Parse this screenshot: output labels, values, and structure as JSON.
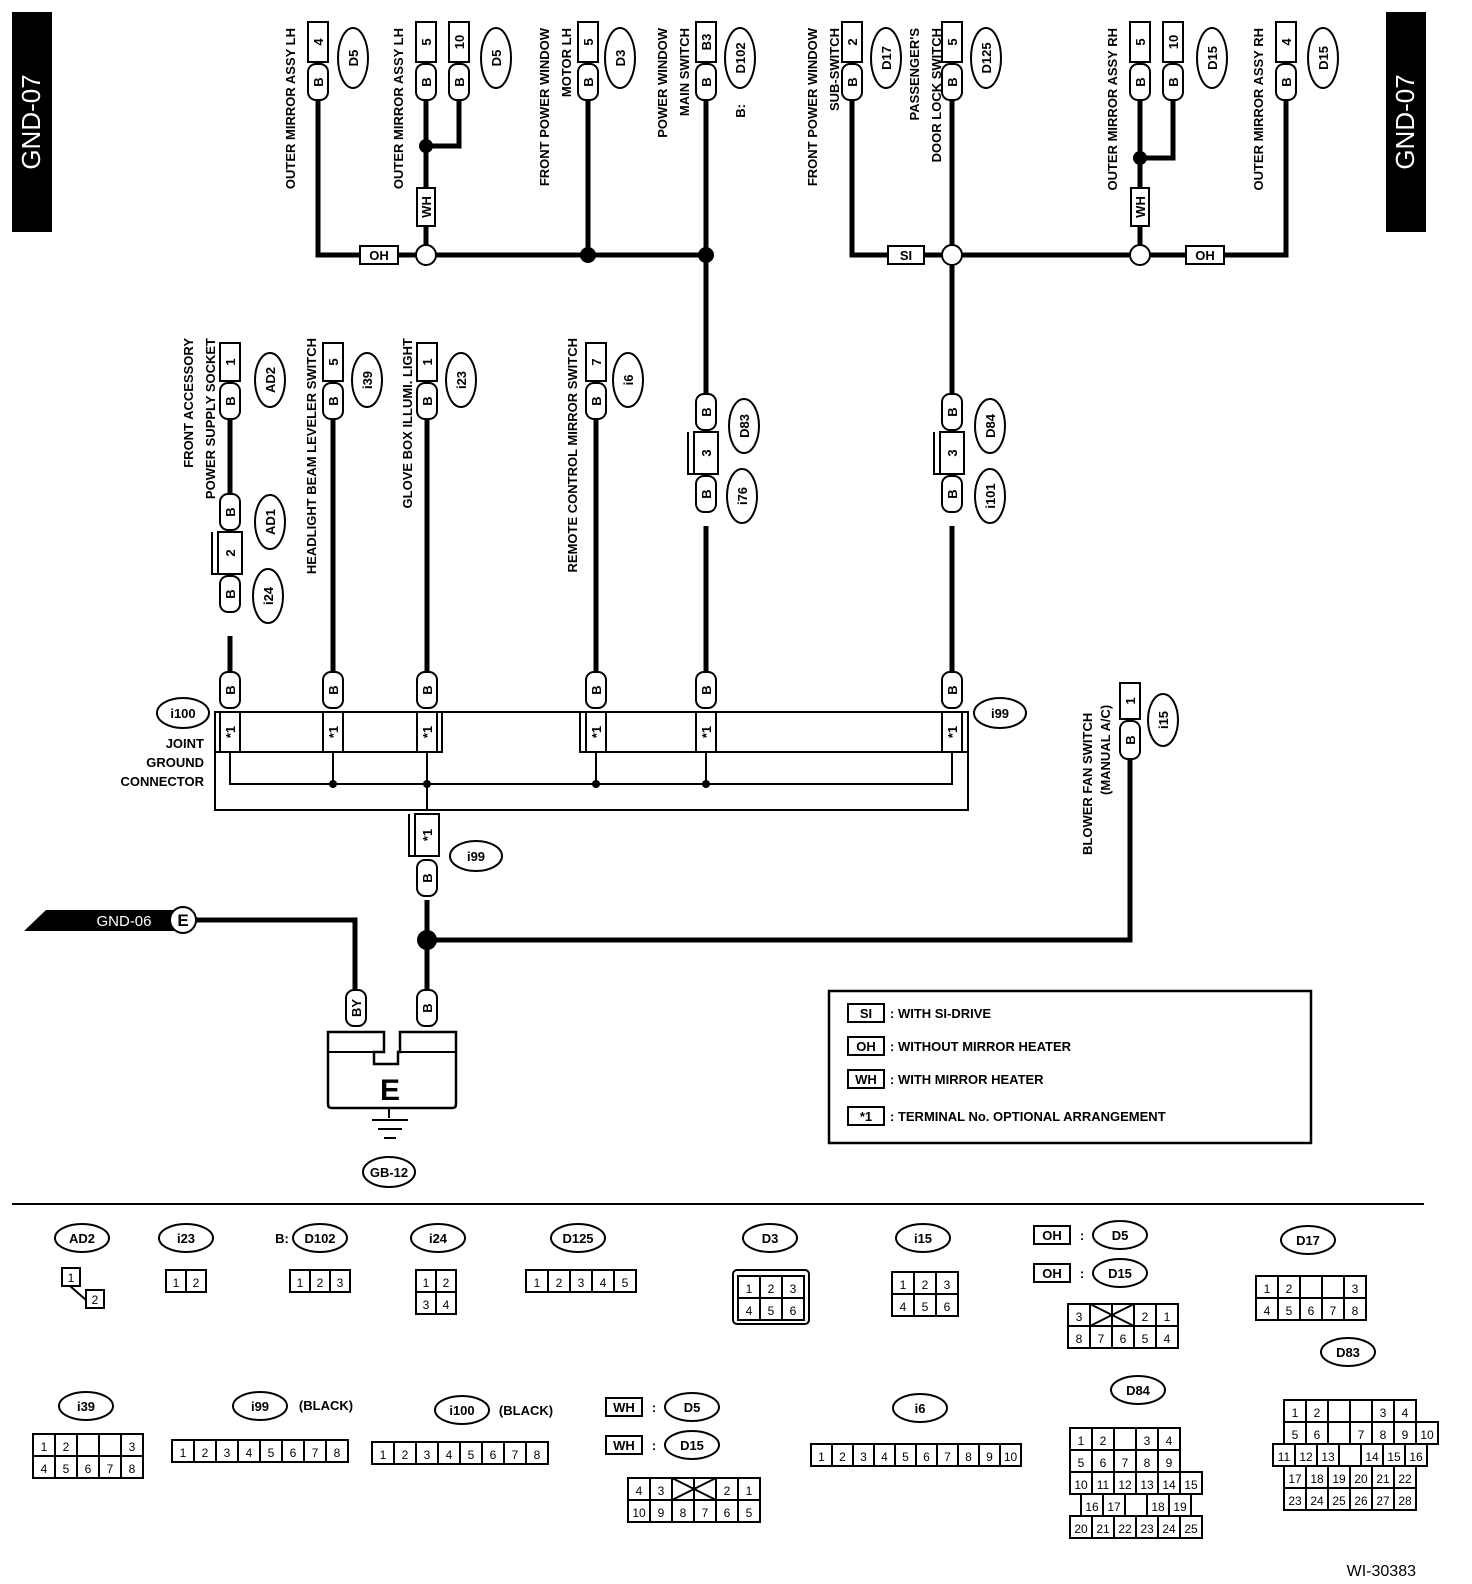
{
  "page_tag": "GND-07",
  "ref_code": "WI-30383",
  "upper_components": [
    {
      "id": "c-omlh1",
      "label": [
        "OUTER MIRROR ASSY LH"
      ],
      "pins": [
        "4"
      ],
      "colors": [
        "B"
      ],
      "conn": "D5"
    },
    {
      "id": "c-omlh2",
      "label": [
        "OUTER MIRROR ASSY LH"
      ],
      "pins": [
        "5",
        "10"
      ],
      "colors": [
        "B",
        "B"
      ],
      "conn": "D5"
    },
    {
      "id": "c-fpwm",
      "label": [
        "FRONT POWER WINDOW",
        "MOTOR LH"
      ],
      "pins": [
        "5"
      ],
      "colors": [
        "B"
      ],
      "conn": "D3"
    },
    {
      "id": "c-pwms",
      "label": [
        "POWER WINDOW",
        "MAIN SWITCH"
      ],
      "pins": [
        "B3"
      ],
      "colors": [
        "B"
      ],
      "conn": "D102",
      "conn_prefix": "B:"
    },
    {
      "id": "c-fpws",
      "label": [
        "FRONT POWER WINDOW",
        "SUB-SWITCH"
      ],
      "pins": [
        "2"
      ],
      "colors": [
        "B"
      ],
      "conn": "D17"
    },
    {
      "id": "c-pdls",
      "label": [
        "PASSENGER'S",
        "DOOR LOCK SWITCH"
      ],
      "pins": [
        "5"
      ],
      "colors": [
        "B"
      ],
      "conn": "D125"
    },
    {
      "id": "c-omrh2",
      "label": [
        "OUTER MIRROR ASSY RH"
      ],
      "pins": [
        "5",
        "10"
      ],
      "colors": [
        "B",
        "B"
      ],
      "conn": "D15"
    },
    {
      "id": "c-omrh1",
      "label": [
        "OUTER MIRROR ASSY RH"
      ],
      "pins": [
        "4"
      ],
      "colors": [
        "B"
      ],
      "conn": "D15"
    }
  ],
  "options": {
    "oh": "OH",
    "wh": "WH",
    "si": "SI"
  },
  "mid_components": [
    {
      "id": "m-fapss",
      "label": [
        "FRONT ACCESSORY",
        "POWER SUPPLY SOCKET"
      ],
      "pin": "1",
      "color": "B",
      "conn": "AD2"
    },
    {
      "id": "m-hbls",
      "label": [
        "HEADLIGHT BEAM LEVELER SWITCH"
      ],
      "pin": "5",
      "color": "B",
      "conn": "i39"
    },
    {
      "id": "m-gbil",
      "label": [
        "GLOVE BOX ILLUMI. LIGHT"
      ],
      "pin": "1",
      "color": "B",
      "conn": "i23"
    },
    {
      "id": "m-rcms",
      "label": [
        "REMOTE CONTROL MIRROR SWITCH"
      ],
      "pin": "7",
      "color": "B",
      "conn": "i6"
    }
  ],
  "joints": {
    "ad1": {
      "color_top": "B",
      "pin": "2",
      "color_bot": "B",
      "conn_top": "AD1",
      "conn_bot": "i24"
    },
    "d83": {
      "color_top": "B",
      "pin": "3",
      "color_bot": "B",
      "conn_top": "D83",
      "conn_bot": "i76"
    },
    "d84": {
      "color_top": "B",
      "pin": "3",
      "color_bot": "B",
      "conn_top": "D84",
      "conn_bot": "i101"
    }
  },
  "jgc": {
    "label": [
      "JOINT",
      "GROUND",
      "CONNECTOR"
    ],
    "left_conn": "i100",
    "right_conn": "i99",
    "pin": "*1",
    "color": "B",
    "out_pin": "*1",
    "out_color": "B",
    "out_conn": "i99"
  },
  "blower": {
    "label": [
      "BLOWER FAN SWITCH",
      "(MANUAL A/C)"
    ],
    "pin": "1",
    "color": "B",
    "conn": "i15"
  },
  "ground": {
    "ref": "GND-06",
    "letter": "E",
    "color_left": "BY",
    "color_right": "B",
    "name": "E",
    "point": "GB-12"
  },
  "legend": [
    {
      "code": "SI",
      "text": ": WITH SI-DRIVE"
    },
    {
      "code": "OH",
      "text": ": WITHOUT MIRROR HEATER"
    },
    {
      "code": "WH",
      "text": ": WITH MIRROR HEATER"
    },
    {
      "code": "*1",
      "text": ": TERMINAL No. OPTIONAL ARRANGEMENT"
    }
  ],
  "connector_views": {
    "AD2": {
      "name": "AD2",
      "rows": [
        [
          "1"
        ],
        [
          "2"
        ]
      ]
    },
    "i23": {
      "name": "i23",
      "rows": [
        [
          "1",
          "2"
        ]
      ]
    },
    "D102": {
      "name": "D102",
      "prefix": "B:",
      "rows": [
        [
          "1",
          "2",
          "3"
        ]
      ]
    },
    "i24": {
      "name": "i24",
      "rows": [
        [
          "1",
          "2"
        ],
        [
          "3",
          "4"
        ]
      ]
    },
    "D125": {
      "name": "D125",
      "rows": [
        [
          "1",
          "2",
          "3",
          "4",
          "5"
        ]
      ]
    },
    "D3": {
      "name": "D3",
      "rows": [
        [
          "1",
          "2",
          "3"
        ],
        [
          "4",
          "5",
          "6"
        ]
      ]
    },
    "i15": {
      "name": "i15",
      "rows": [
        [
          "1",
          "2",
          "3"
        ],
        [
          "4",
          "5",
          "6"
        ]
      ]
    },
    "D5_OH": {
      "opt": "OH",
      "name": "D5",
      "sep": ":"
    },
    "D15_OH": {
      "opt": "OH",
      "name": "D15",
      "sep": ":",
      "rows": [
        [
          "3",
          "",
          "",
          "2",
          "1"
        ],
        [
          "8",
          "7",
          "6",
          "5",
          "4"
        ]
      ]
    },
    "D17": {
      "name": "D17",
      "rows": [
        [
          "1",
          "2",
          "",
          "",
          "3"
        ],
        [
          "4",
          "5",
          "6",
          "7",
          "8"
        ]
      ]
    },
    "D83": {
      "name": "D83",
      "rows": [
        [
          "1",
          "2",
          "",
          "",
          "3",
          "4"
        ],
        [
          "5",
          "6",
          "",
          "7",
          "8",
          "9",
          "10"
        ],
        [
          "11",
          "12",
          "13",
          "",
          "14",
          "15",
          "16"
        ],
        [
          "17",
          "18",
          "19",
          "20",
          "21",
          "22"
        ],
        [
          "23",
          "24",
          "25",
          "26",
          "27",
          "28"
        ]
      ]
    },
    "D84": {
      "name": "D84",
      "rows": [
        [
          "1",
          "2",
          "",
          "3",
          "4"
        ],
        [
          "5",
          "6",
          "7",
          "8",
          "9"
        ],
        [
          "10",
          "11",
          "12",
          "13",
          "14",
          "15"
        ],
        [
          "16",
          "17",
          "",
          "18",
          "19"
        ],
        [
          "20",
          "21",
          "22",
          "23",
          "24",
          "25"
        ]
      ]
    },
    "i39": {
      "name": "i39",
      "rows": [
        [
          "1",
          "2",
          "",
          "",
          "3"
        ],
        [
          "4",
          "5",
          "6",
          "7",
          "8"
        ]
      ]
    },
    "i99": {
      "name": "i99",
      "note": "(BLACK)",
      "rows": [
        [
          "1",
          "2",
          "3",
          "4",
          "5",
          "6",
          "7",
          "8"
        ]
      ]
    },
    "i100": {
      "name": "i100",
      "note": "(BLACK)",
      "rows": [
        [
          "1",
          "2",
          "3",
          "4",
          "5",
          "6",
          "7",
          "8"
        ]
      ]
    },
    "D5_WH": {
      "opt": "WH",
      "name": "D5",
      "sep": ":"
    },
    "D15_WH": {
      "opt": "WH",
      "name": "D15",
      "sep": ":",
      "rows": [
        [
          "4",
          "3",
          "",
          "",
          "2",
          "1"
        ],
        [
          "10",
          "9",
          "8",
          "7",
          "6",
          "5"
        ]
      ]
    },
    "i6": {
      "name": "i6",
      "rows": [
        [
          "1",
          "2",
          "3",
          "4",
          "5",
          "6",
          "7",
          "8",
          "9",
          "10"
        ]
      ]
    }
  }
}
